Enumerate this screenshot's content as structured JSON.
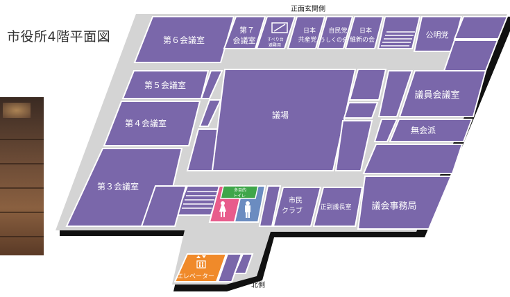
{
  "title": "市役所4階平面図",
  "compass": {
    "front": "正面玄関側",
    "north": "北側"
  },
  "rooms": {
    "conf6": "第６会議室",
    "conf7_line1": "第７",
    "conf7_line2": "会議室",
    "slide_line1": "すべり台",
    "slide_line2": "避難用",
    "jcp_line1": "日本",
    "jcp_line2": "共産党",
    "ldp_line1": "自民党",
    "ldp_line2": "うしくの会",
    "ishin_line1": "日本",
    "ishin_line2": "維新の会",
    "komei": "公明党",
    "conf5": "第５会議室",
    "conf4": "第４会議室",
    "conf3": "第３会議室",
    "assembly_hall": "議場",
    "members_conf": "議員会議室",
    "independent": "無会派",
    "secretariat": "議会事務局",
    "vice_chair": "正副議長室",
    "shimin_line1": "市民",
    "shimin_line2": "クラブ",
    "toilet_line1": "多目的",
    "toilet_line2": "トイレ",
    "elevator": "エレベーター"
  },
  "colors": {
    "room": "#7a67aa",
    "corridor": "#d4d4d4",
    "outline": "#ffffff",
    "shadow": "#111111",
    "toilet_female": "#e85c8c",
    "toilet_male": "#6b8cc0",
    "toilet_multi": "#3fa64a",
    "elevator": "#f08a2a"
  }
}
